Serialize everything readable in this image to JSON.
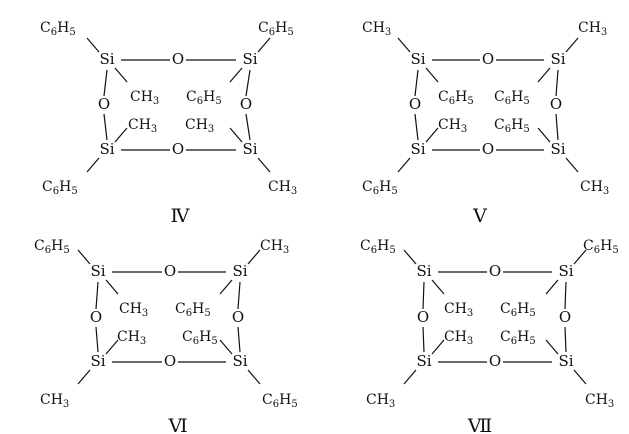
{
  "structures": [
    {
      "label": "Ⅳ",
      "si": "Si",
      "o": "O",
      "groups": [
        {
          "main": "C",
          "sub": "6",
          "tail": "H",
          "sub2": "5"
        },
        {
          "main": "CH",
          "sub": "3",
          "tail": "",
          "sub2": ""
        },
        {
          "main": "CH",
          "sub": "3",
          "tail": "",
          "sub2": ""
        },
        {
          "main": "C",
          "sub": "6",
          "tail": "H",
          "sub2": "5"
        },
        {
          "main": "CH",
          "sub": "3",
          "tail": "",
          "sub2": ""
        },
        {
          "main": "C",
          "sub": "6",
          "tail": "H",
          "sub2": "5"
        },
        {
          "main": "C",
          "sub": "6",
          "tail": "H",
          "sub2": "5"
        },
        {
          "main": "CH",
          "sub": "3",
          "tail": "",
          "sub2": ""
        }
      ]
    },
    {
      "label": "Ⅴ",
      "si": "Si",
      "o": "O",
      "groups": [
        {
          "main": "CH",
          "sub": "3",
          "tail": "",
          "sub2": ""
        },
        {
          "main": "C",
          "sub": "6",
          "tail": "H",
          "sub2": "5"
        },
        {
          "main": "CH",
          "sub": "3",
          "tail": "",
          "sub2": ""
        },
        {
          "main": "C",
          "sub": "6",
          "tail": "H",
          "sub2": "5"
        },
        {
          "main": "C",
          "sub": "6",
          "tail": "H",
          "sub2": "5"
        },
        {
          "main": "CH",
          "sub": "3",
          "tail": "",
          "sub2": ""
        },
        {
          "main": "C",
          "sub": "6",
          "tail": "H",
          "sub2": "5"
        },
        {
          "main": "CH",
          "sub": "3",
          "tail": "",
          "sub2": ""
        }
      ]
    },
    {
      "label": "Ⅵ",
      "si": "Si",
      "o": "O",
      "groups": [
        {
          "main": "C",
          "sub": "6",
          "tail": "H",
          "sub2": "5"
        },
        {
          "main": "CH",
          "sub": "3",
          "tail": "",
          "sub2": ""
        },
        {
          "main": "CH",
          "sub": "3",
          "tail": "",
          "sub2": ""
        },
        {
          "main": "C",
          "sub": "6",
          "tail": "H",
          "sub2": "5"
        },
        {
          "main": "C",
          "sub": "6",
          "tail": "H",
          "sub2": "5"
        },
        {
          "main": "CH",
          "sub": "3",
          "tail": "",
          "sub2": ""
        },
        {
          "main": "CH",
          "sub": "3",
          "tail": "",
          "sub2": ""
        },
        {
          "main": "C",
          "sub": "6",
          "tail": "H",
          "sub2": "5"
        }
      ]
    },
    {
      "label": "Ⅶ",
      "si": "Si",
      "o": "O",
      "groups": [
        {
          "main": "C",
          "sub": "6",
          "tail": "H",
          "sub2": "5"
        },
        {
          "main": "CH",
          "sub": "3",
          "tail": "",
          "sub2": ""
        },
        {
          "main": "CH",
          "sub": "3",
          "tail": "",
          "sub2": ""
        },
        {
          "main": "C",
          "sub": "6",
          "tail": "H",
          "sub2": "5"
        },
        {
          "main": "C",
          "sub": "6",
          "tail": "H",
          "sub2": "5"
        },
        {
          "main": "C",
          "sub": "6",
          "tail": "H",
          "sub2": "5"
        },
        {
          "main": "CH",
          "sub": "3",
          "tail": "",
          "sub2": ""
        },
        {
          "main": "CH",
          "sub": "3",
          "tail": "",
          "sub2": ""
        }
      ]
    }
  ]
}
